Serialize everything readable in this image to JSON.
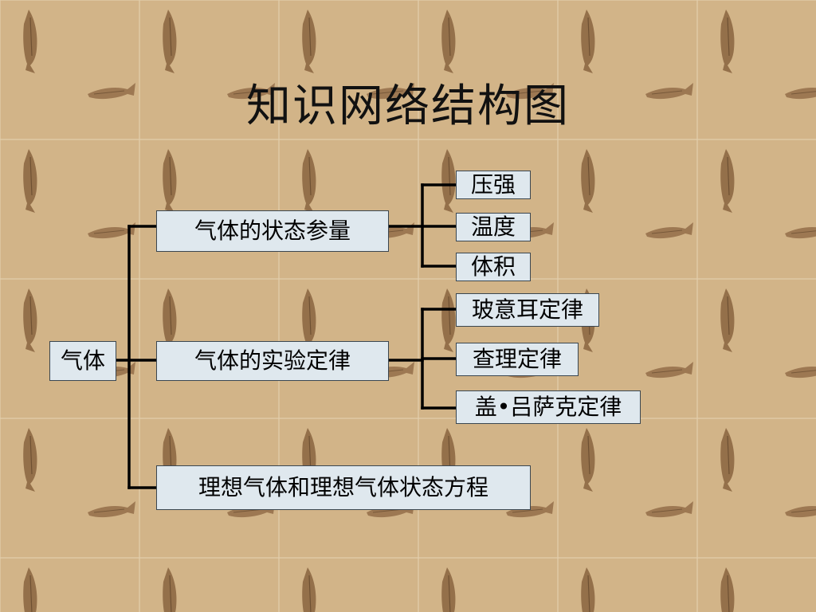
{
  "slide": {
    "title": "知识网络结构图"
  },
  "tree": {
    "root": "气体",
    "branch_state": "气体的状态参量",
    "state_items": [
      "压强",
      "温度",
      "体积"
    ],
    "branch_laws": "气体的实验定律",
    "law_items": [
      "玻意耳定律",
      "查理定律",
      "盖•吕萨克定律"
    ],
    "branch_ideal": "理想气体和理想气体状态方程"
  },
  "colors": {
    "node_fill": "#dfe8ee",
    "node_border": "#3a4650",
    "connector": "#000000",
    "background": "#d4b48a"
  }
}
